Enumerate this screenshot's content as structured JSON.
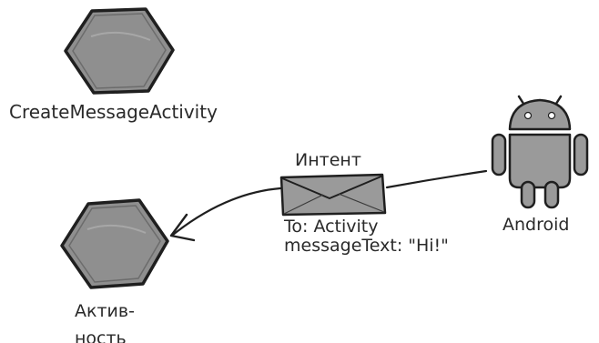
{
  "diagram": {
    "create_activity": {
      "label": "CreateMessageActivity",
      "icon": "hexagon-activity-icon",
      "fill": "#8f8f8f",
      "stroke": "#1f1f1f"
    },
    "intent": {
      "label": "Интент",
      "icon": "envelope-icon",
      "fill": "#9a9a9a",
      "extras_line1": "To: Activity",
      "extras_line2": "messageText: \"Hi!\""
    },
    "android": {
      "label": "Android",
      "icon": "android-robot-icon",
      "fill": "#9a9a9a"
    },
    "target_activity": {
      "label_line1": "Актив-",
      "label_line2": "ность",
      "icon": "hexagon-activity-icon",
      "fill": "#8f8f8f",
      "stroke": "#1f1f1f"
    },
    "connector": {
      "icon": "arrow-icon",
      "stroke": "#1f1f1f"
    }
  }
}
